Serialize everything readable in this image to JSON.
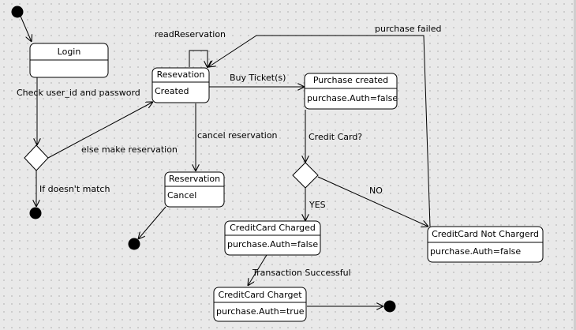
{
  "diagram": {
    "states": {
      "login": {
        "name": "Login",
        "body": ""
      },
      "reservation_created": {
        "name": "Resevation",
        "body": "Created"
      },
      "purchase_created": {
        "name": "Purchase created",
        "body": "purchase.Auth=false"
      },
      "reservation_cancel": {
        "name": "Reservation",
        "body": "Cancel"
      },
      "cc_charged": {
        "name": "CreditCard Charged",
        "body": "purchase.Auth=false"
      },
      "cc_not_charged": {
        "name": "CreditCard Not Chargerd",
        "body": "purchase.Auth=false"
      },
      "cc_charget": {
        "name": "CreditCard Charget",
        "body": "purchase.Auth=true"
      }
    },
    "transitions": {
      "check_credentials": "Check user_id and password",
      "read_reservation": "readReservation",
      "purchase_failed": "purchase failed",
      "buy_tickets": "Buy Ticket(s)",
      "else_make_reservation": "else make reservation",
      "cancel_reservation": "cancel reservation",
      "credit_card": "Credit Card?",
      "if_doesnt_match": "If doesn't match",
      "yes": "YES",
      "no": "NO",
      "transaction_successful": "Transaction Successful"
    }
  }
}
